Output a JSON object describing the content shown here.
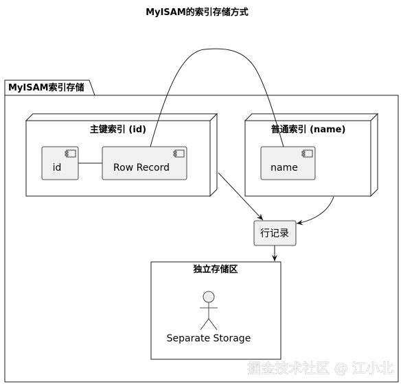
{
  "diagram": {
    "title": "MyISAM的索引存储方式",
    "package": {
      "label": "MyISAM索引存储"
    },
    "primary_index_node": {
      "label": "主键索引 (id)",
      "components": [
        {
          "label": "id"
        },
        {
          "label": "Row Record"
        }
      ]
    },
    "secondary_index_node": {
      "label": "普通索引 (name)",
      "components": [
        {
          "label": "name"
        }
      ]
    },
    "row_record_box": {
      "label": "行记录"
    },
    "storage_area": {
      "label": "独立存储区",
      "actor": {
        "label": "Separate Storage"
      }
    },
    "connections": [
      {
        "from": "id",
        "to": "Row Record",
        "style": "line"
      },
      {
        "from": "Row Record",
        "to": "name",
        "style": "curve"
      },
      {
        "from": "主键索引 (id)",
        "to": "行记录",
        "style": "arrow"
      },
      {
        "from": "普通索引 (name)",
        "to": "行记录",
        "style": "arrow"
      },
      {
        "from": "行记录",
        "to": "独立存储区",
        "style": "arrow"
      }
    ],
    "watermark": "掘金技术社区 @ 江小北"
  },
  "colors": {
    "component_fill": "#f1f1f1",
    "stroke": "#181818",
    "background": "#ffffff"
  }
}
